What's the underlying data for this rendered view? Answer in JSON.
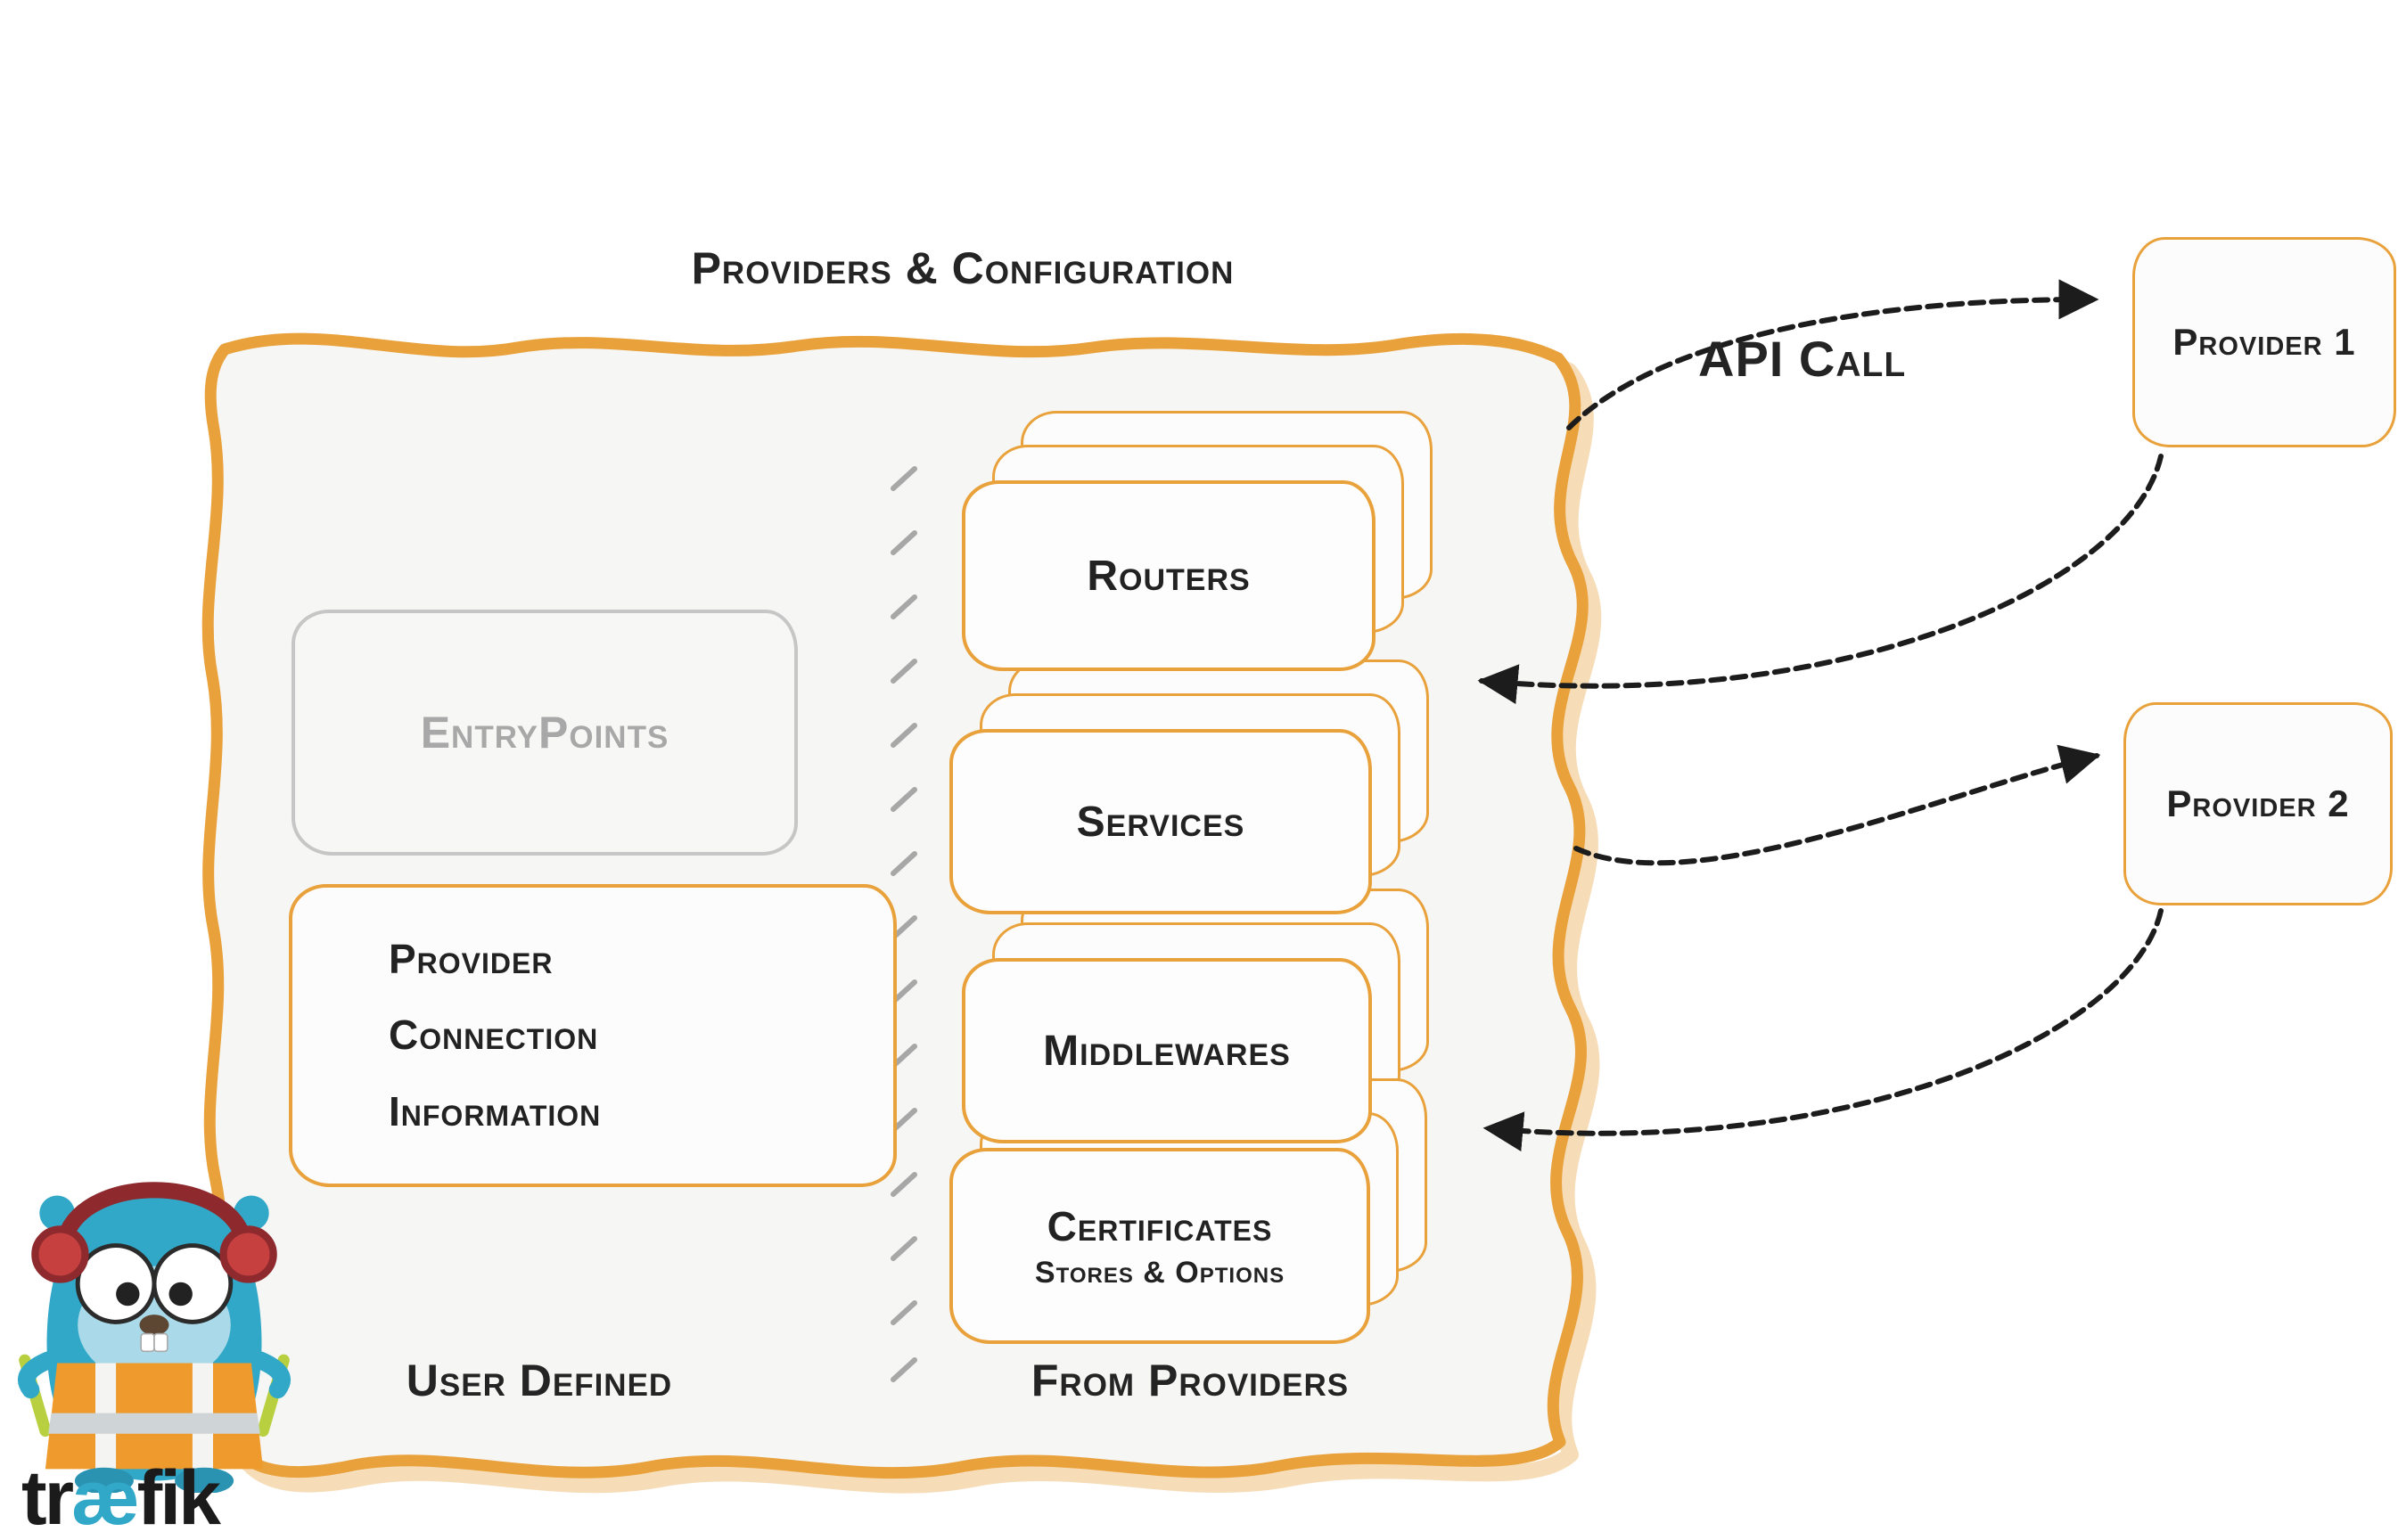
{
  "title": "Providers & Configuration",
  "panel": {
    "user_defined": {
      "entrypoints_label": "EntryPoints",
      "provider_connection_lines": [
        "Provider",
        "Connection",
        "Information"
      ],
      "caption": "User Defined"
    },
    "from_providers": {
      "stacks": [
        "Routers",
        "Services",
        "Middlewares"
      ],
      "certificates_title": "Certificates",
      "certificates_subtitle": "Stores & Options",
      "caption": "From Providers"
    }
  },
  "external": {
    "api_call_label": "API Call",
    "provider_boxes": [
      "Provider 1",
      "Provider 2"
    ]
  },
  "logo": {
    "wordmark_parts": [
      "tr",
      "æ",
      "fik"
    ]
  },
  "colors": {
    "orange": "#E9A13B",
    "panel_fill": "#F6F6F5",
    "box_fill": "#FDFDFD",
    "arrow_black": "#1C1C1C",
    "entrypoints_gray": "#A8A8A8",
    "divider_gray": "#9A9A9A",
    "logo_teal": "#32A8C9",
    "vest_orange": "#EE9A2D",
    "headphone_red": "#C6403F"
  }
}
